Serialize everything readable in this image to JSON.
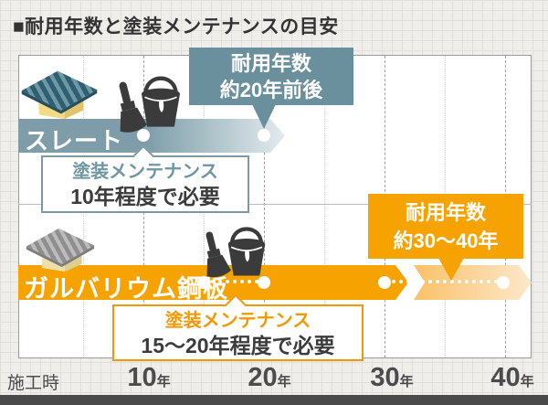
{
  "title": "■耐用年数と塗装メンテナンスの目安",
  "slate": {
    "name": "スレート",
    "lifespan_callout": {
      "line1": "耐用年数",
      "line2": "約20年前後"
    },
    "maintenance_label": {
      "line1": "塗装メンテナンス",
      "line2": "10年程度で必要"
    }
  },
  "galvalume": {
    "name": "ガルバリウム鋼板",
    "lifespan_callout": {
      "line1": "耐用年数",
      "line2": "約30〜40年"
    },
    "maintenance_label": {
      "line1": "塗装メンテナンス",
      "line2": "15〜20年程度で必要"
    }
  },
  "axis": {
    "origin": "施工時",
    "ticks": [
      {
        "num": "10",
        "unit": "年"
      },
      {
        "num": "20",
        "unit": "年"
      },
      {
        "num": "30",
        "unit": "年"
      },
      {
        "num": "40",
        "unit": "年"
      }
    ]
  },
  "colors": {
    "slate_callout": "#6b909d",
    "slate_bar": "#7e9da9",
    "orange": "#f6a200",
    "orange_text": "#f39800",
    "background": "#f0eeeb"
  },
  "chart_data": {
    "type": "bar",
    "variant": "horizontal-timeline",
    "title": "耐用年数と塗装メンテナンスの目安",
    "x_axis": {
      "origin_label": "施工時",
      "tick_years": [
        10,
        20,
        30,
        40
      ],
      "range_years": [
        0,
        43
      ],
      "grid": "dashed at 10-year marks, dotted at 5-year marks"
    },
    "series": [
      {
        "name": "スレート",
        "bar_span_years": [
          0,
          20
        ],
        "lifespan_note": "耐用年数 約20年前後",
        "maintenance_marker_years": [
          10,
          20
        ],
        "maintenance_note": "塗装メンテナンス 10年程度で必要",
        "color": "#7e9da9"
      },
      {
        "name": "ガルバリウム鋼板",
        "bar_span_years": [
          0,
          40
        ],
        "lifespan_note": "耐用年数 約30〜40年",
        "maintenance_marker_years": [
          15,
          20,
          30,
          40
        ],
        "maintenance_note": "塗装メンテナンス 15〜20年程度で必要",
        "color": "#f6a200"
      }
    ],
    "legend": "none"
  }
}
